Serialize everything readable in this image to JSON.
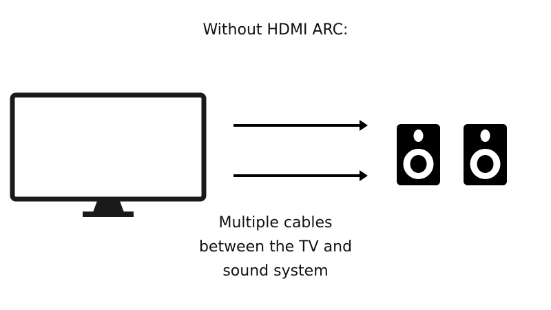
{
  "title": "Without HDMI ARC:",
  "caption": {
    "lines": [
      "Multiple cables",
      "between the TV and",
      "sound system"
    ]
  },
  "icons": {
    "tv": "tv-icon",
    "arrows": [
      "arrow-right-icon",
      "arrow-right-icon"
    ],
    "speakers": [
      "speaker-icon",
      "speaker-icon"
    ]
  },
  "colors": {
    "ink": "#111111",
    "background": "#ffffff"
  }
}
